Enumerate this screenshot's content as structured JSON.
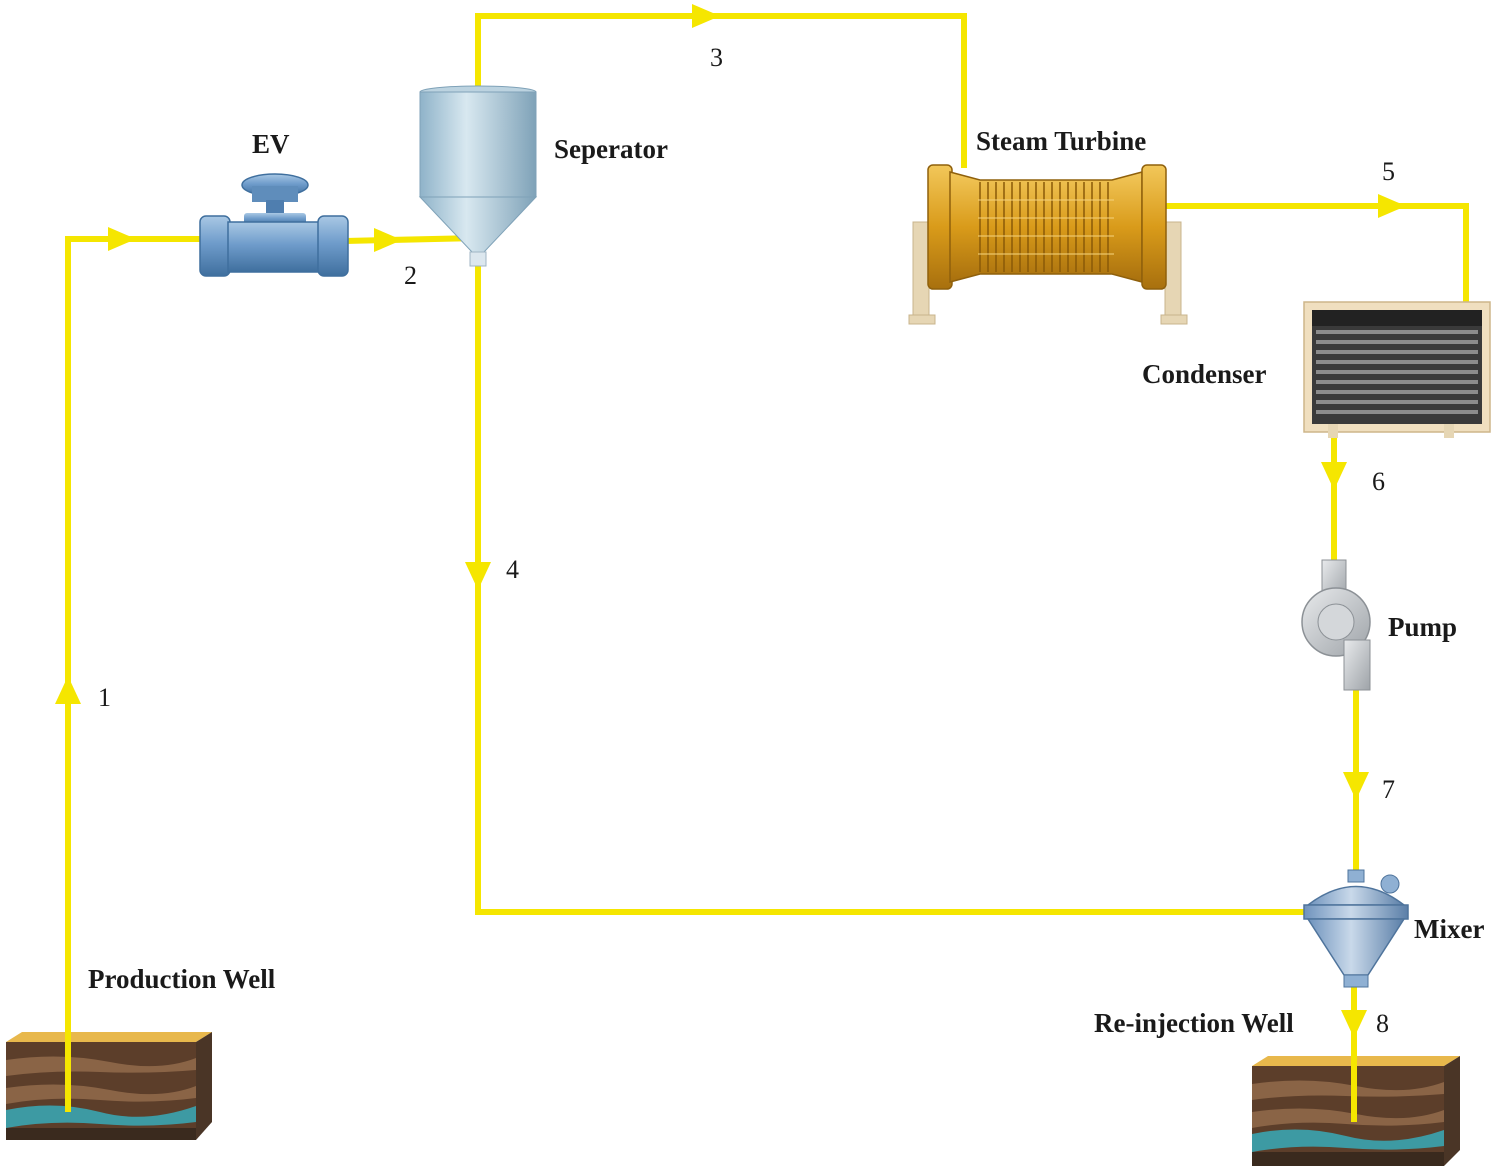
{
  "components": {
    "ev": "EV",
    "separator": "Seperator",
    "steam_turbine": "Steam Turbine",
    "condenser": "Condenser",
    "pump": "Pump",
    "mixer": "Mixer",
    "production_well": "Production Well",
    "reinjection_well": "Re-injection Well"
  },
  "streams": [
    "1",
    "2",
    "3",
    "4",
    "5",
    "6",
    "7",
    "8"
  ],
  "colors": {
    "pipe": "#f5e600",
    "equipment_blue": "#6e9cc7",
    "turbine_gold": "#d9a21e",
    "water_layer": "#3d9aa3"
  }
}
